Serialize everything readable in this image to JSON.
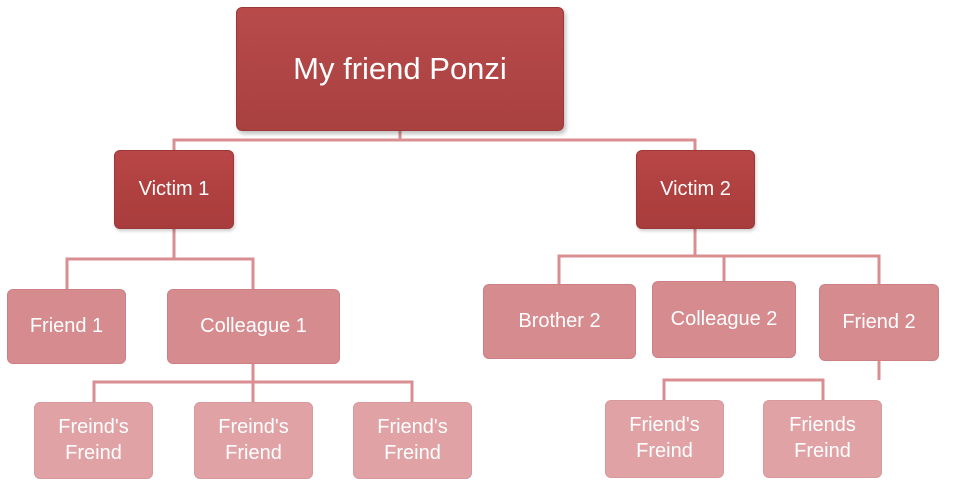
{
  "colors": {
    "root_fill": "#b0474a",
    "level1_fill": "#b03f3f",
    "level2_fill": "#d68b8f",
    "level3_fill": "#e0a2a5",
    "connector": "#d98e92"
  },
  "root": {
    "label": "My friend Ponzi"
  },
  "victims": [
    {
      "label": "Victim 1",
      "children": [
        {
          "label": "Friend 1"
        },
        {
          "label": "Colleague 1"
        }
      ],
      "grandchildren": [
        {
          "line1": "Freind's",
          "line2": "Freind"
        },
        {
          "line1": "Freind's",
          "line2": "Friend"
        },
        {
          "line1": "Friend's",
          "line2": "Freind"
        }
      ]
    },
    {
      "label": "Victim 2",
      "children": [
        {
          "label": "Brother 2"
        },
        {
          "label": "Colleague 2"
        },
        {
          "label": "Friend 2"
        }
      ],
      "grandchildren": [
        {
          "line1": "Friend's",
          "line2": "Freind"
        },
        {
          "line1": "Friends",
          "line2": "Freind"
        }
      ]
    }
  ]
}
